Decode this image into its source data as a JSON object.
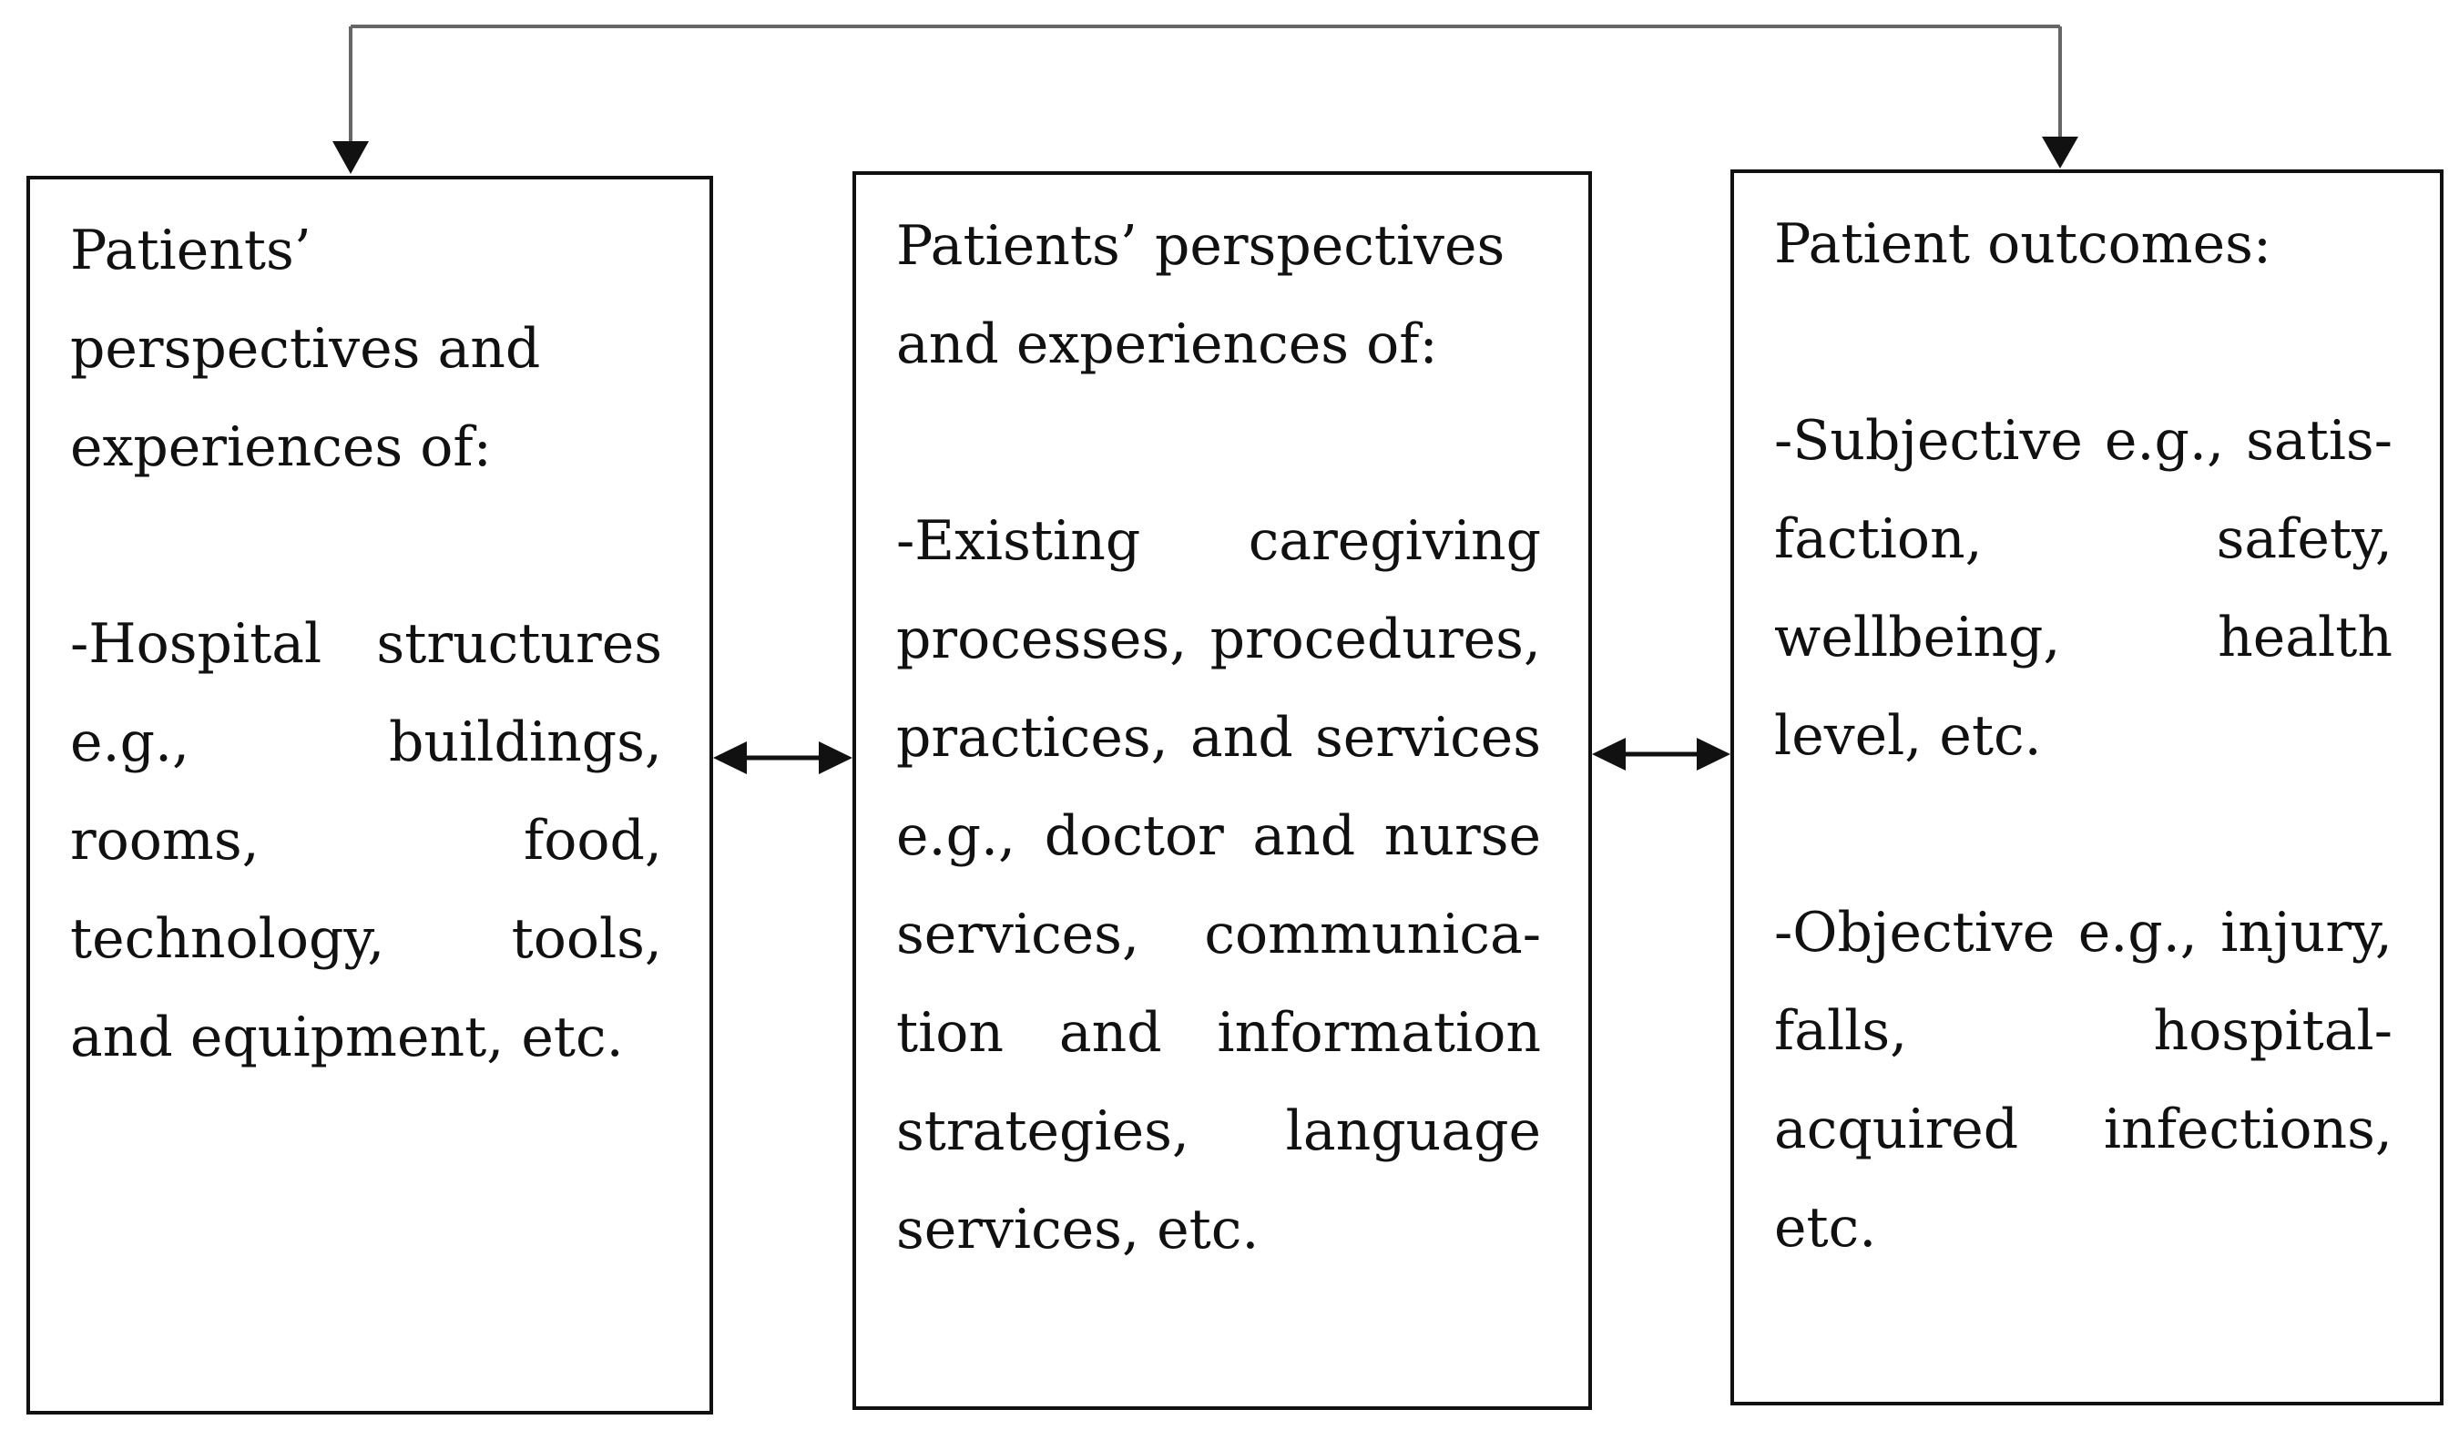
{
  "diagram": {
    "boxes": [
      {
        "id": "structures",
        "heading": "Patients’ perspectives and experiences of:",
        "items": [
          "-Hospital structures e.g., buildings, rooms, food, technology, tools, and equipment, etc."
        ]
      },
      {
        "id": "processes",
        "heading": "Patients’ perspectives and experiences of:",
        "items": [
          "-Existing caregiving processes, procedures, practices, and services e.g., doctor and nurse services, communica­tion and information strategies, language ser­vices, etc."
        ]
      },
      {
        "id": "outcomes",
        "heading": "Patient outcomes:",
        "items": [
          "-Subjective e.g., satis­faction, safety, wellbe­ing, health level, etc.",
          "-Objective e.g., injury, falls, hospital-acquired infections, etc."
        ]
      }
    ],
    "connectors": [
      {
        "from": "structures",
        "to": "processes",
        "type": "bidirectional"
      },
      {
        "from": "processes",
        "to": "outcomes",
        "type": "bidirectional"
      },
      {
        "from": "structures",
        "to": "outcomes",
        "type": "feedback-loop-top"
      }
    ],
    "colors": {
      "line": "#111111",
      "top_loop": "#666666",
      "background": "#ffffff"
    }
  }
}
